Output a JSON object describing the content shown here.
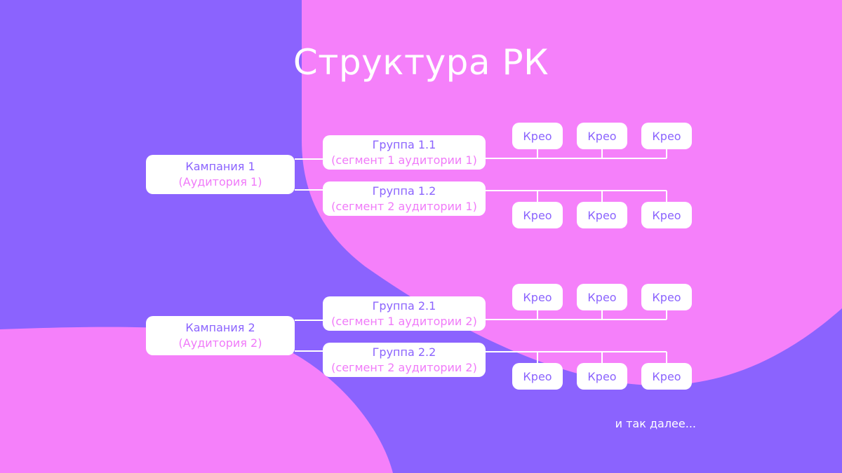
{
  "colors": {
    "violet": "#8b63fe",
    "pink": "#f07af9",
    "white": "#ffffff"
  },
  "title": "Структура РК",
  "campaigns": [
    {
      "name": "Кампания 1",
      "audience": "(Аудитория 1)",
      "groups": [
        {
          "name": "Группа 1.1",
          "segment": "(сегмент 1 аудитории 1)",
          "creatives": [
            "Крео",
            "Крео",
            "Крео"
          ]
        },
        {
          "name": "Группа 1.2",
          "segment": "(сегмент 2 аудитории 1)",
          "creatives": [
            "Крео",
            "Крео",
            "Крео"
          ]
        }
      ]
    },
    {
      "name": "Кампания 2",
      "audience": "(Аудитория 2)",
      "groups": [
        {
          "name": "Группа 2.1",
          "segment": "(сегмент 1 аудитории 2)",
          "creatives": [
            "Крео",
            "Крео",
            "Крео"
          ]
        },
        {
          "name": "Группа 2.2",
          "segment": "(сегмент 2 аудитории 2)",
          "creatives": [
            "Крео",
            "Крео",
            "Крео"
          ]
        }
      ]
    }
  ],
  "footer": "и так далее..."
}
